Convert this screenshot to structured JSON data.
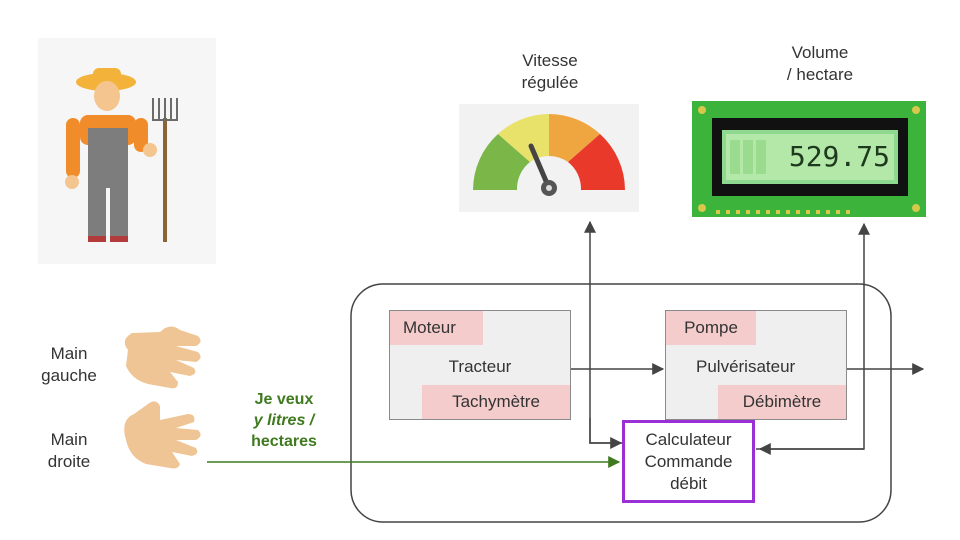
{
  "speed_label": [
    "Vitesse",
    "régulée"
  ],
  "volume_label": [
    "Volume",
    "/ hectare"
  ],
  "lcd_value": "529.75",
  "left_hand_label": [
    "Main",
    "gauche"
  ],
  "right_hand_label": [
    "Main",
    "droite"
  ],
  "command_text": [
    "Je veux",
    "y litres /",
    "hectares"
  ],
  "tractor_block": {
    "motor": "Moteur",
    "name": "Tracteur",
    "tacho": "Tachymètre"
  },
  "sprayer_block": {
    "pump": "Pompe",
    "name": "Pulvérisateur",
    "flowmeter": "Débimètre"
  },
  "calculator": [
    "Calculateur",
    "Commande",
    "débit"
  ],
  "colors": {
    "command_arrow": "#3f7a1f",
    "calculator_border": "#9b2fd6",
    "block_fill": "#efefef",
    "sensor_fill": "#f4cccc",
    "lcd_green": "#3cb43c"
  }
}
